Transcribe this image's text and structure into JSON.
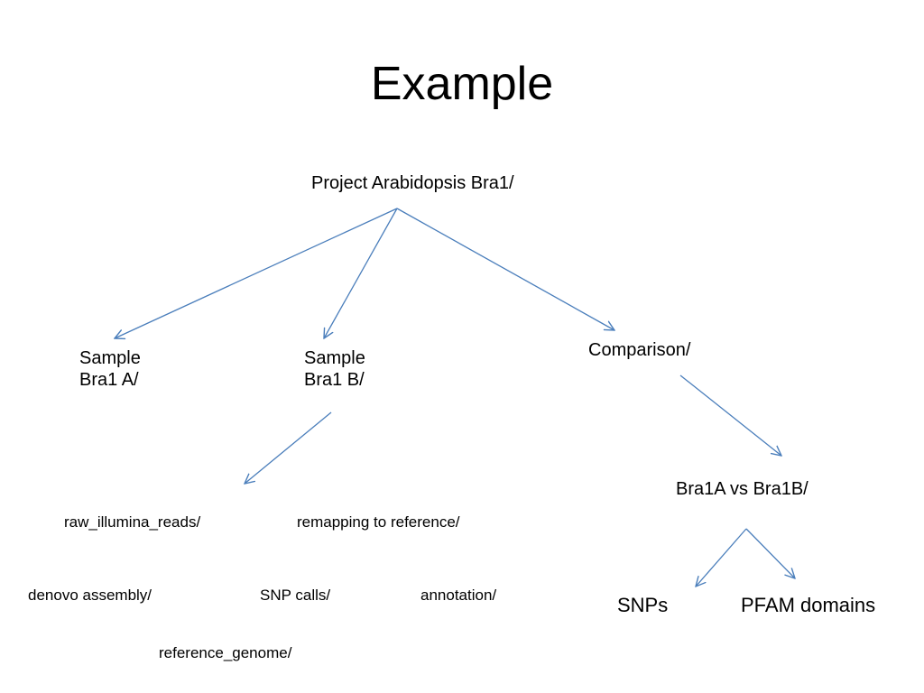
{
  "title": "Example",
  "nodes": {
    "root": "Project Arabidopsis Bra1/",
    "sample_a": [
      "Sample",
      "Bra1 A/"
    ],
    "sample_b": [
      "Sample",
      "Bra1 B/"
    ],
    "comparison": "Comparison/",
    "bra1a_vs_bra1b": "Bra1A vs Bra1B/",
    "raw_reads": "raw_illumina_reads/",
    "remapping": "remapping to reference/",
    "denovo": "denovo assembly/",
    "snp_calls": "SNP calls/",
    "annotation": "annotation/",
    "reference_genome": "reference_genome/",
    "snps": "SNPs",
    "pfam": "PFAM domains"
  },
  "colors": {
    "edge": "#4a7ebb",
    "text": "#000000"
  }
}
